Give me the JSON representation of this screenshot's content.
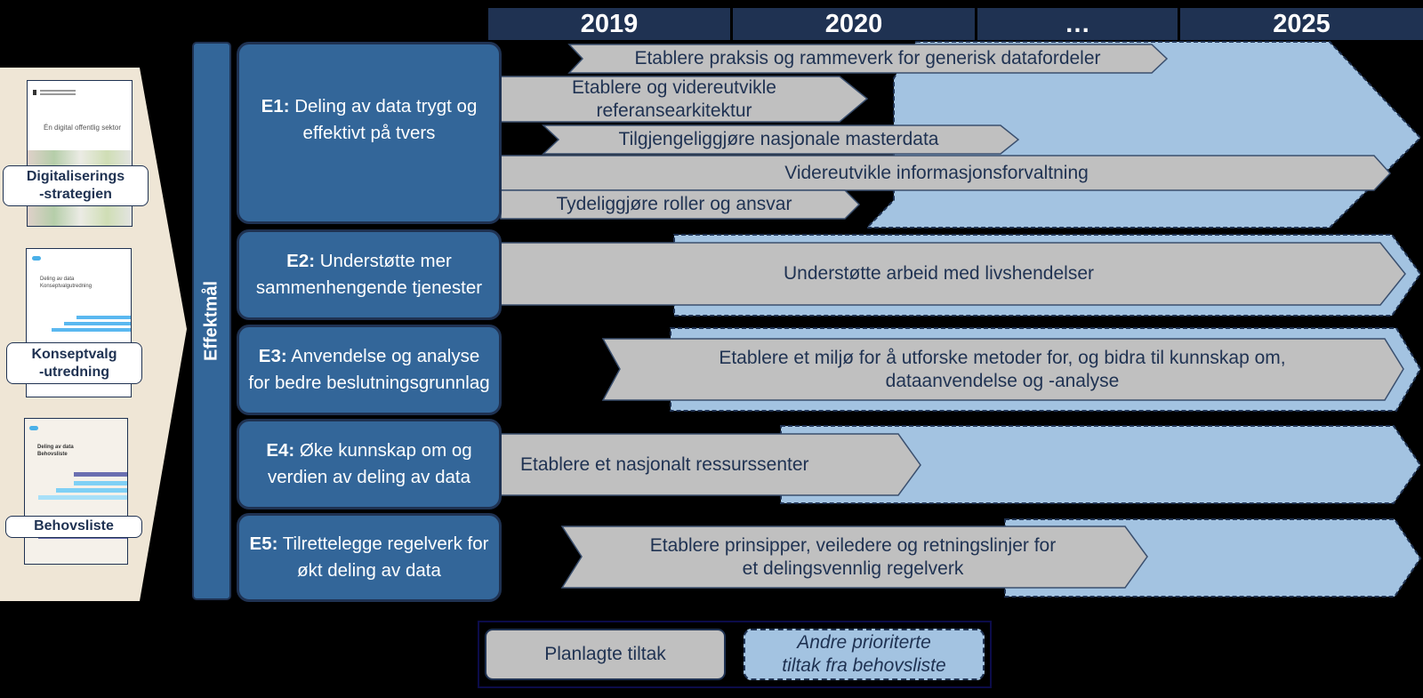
{
  "timeline": {
    "years": [
      "2019",
      "2020",
      "…",
      "2025"
    ]
  },
  "documents": [
    {
      "label_line1": "Digitaliserings",
      "label_line2": "-strategien",
      "cover_title": "Én digital offentlig sektor",
      "icon": "strategy-document-cover"
    },
    {
      "label_line1": "Konseptvalg",
      "label_line2": "-utredning",
      "cover_title": "Deling av data Konseptvalgutredning",
      "icon": "concept-document-cover"
    },
    {
      "label_line1": "Behovsliste",
      "label_line2": "",
      "cover_title": "Deling av data Behovsliste",
      "icon": "needs-list-document-cover"
    }
  ],
  "effekt_label": "Effektmål",
  "goals": [
    {
      "code": "E1:",
      "text": " Deling av data trygt og effektivt på tvers"
    },
    {
      "code": "E2:",
      "text": " Understøtte mer sammenhengende tjenester"
    },
    {
      "code": "E3:",
      "text": " Anvendelse og analyse for bedre beslutningsgrunnlag"
    },
    {
      "code": "E4:",
      "text": " Øke kunnskap om og verdien av deling av data"
    },
    {
      "code": "E5:",
      "text": " Tilrettelegge regelverk for økt deling av data"
    }
  ],
  "measures": {
    "e1": [
      "Etablere praksis og rammeverk for generisk datafordeler",
      "Etablere og videreutvikle referansearkitektur",
      "Tilgjengeliggjøre nasjonale masterdata",
      "Videreutvikle informasjonsforvaltning",
      "Tydeliggjøre roller og ansvar"
    ],
    "e2": [
      "Understøtte arbeid med livshendelser"
    ],
    "e3": [
      "Etablere et miljø for å utforske metoder for, og bidra til kunnskap om,",
      "dataanvendelse og -analyse"
    ],
    "e4": [
      "Etablere et nasjonalt ressurssenter"
    ],
    "e5": [
      "Etablere prinsipper, veiledere og retningslinjer for",
      "et delingsvennlig regelverk"
    ]
  },
  "legend": {
    "planned": "Planlagte tiltak",
    "other_line1": "Andre prioriterte",
    "other_line2": "tiltak fra behovsliste"
  },
  "colors": {
    "navy": "#1f3252",
    "goal_blue": "#336699",
    "planned_gray": "#c0c0c0",
    "other_lightblue": "#a3c3e1",
    "doc_panel_beige": "#efe6d6"
  }
}
